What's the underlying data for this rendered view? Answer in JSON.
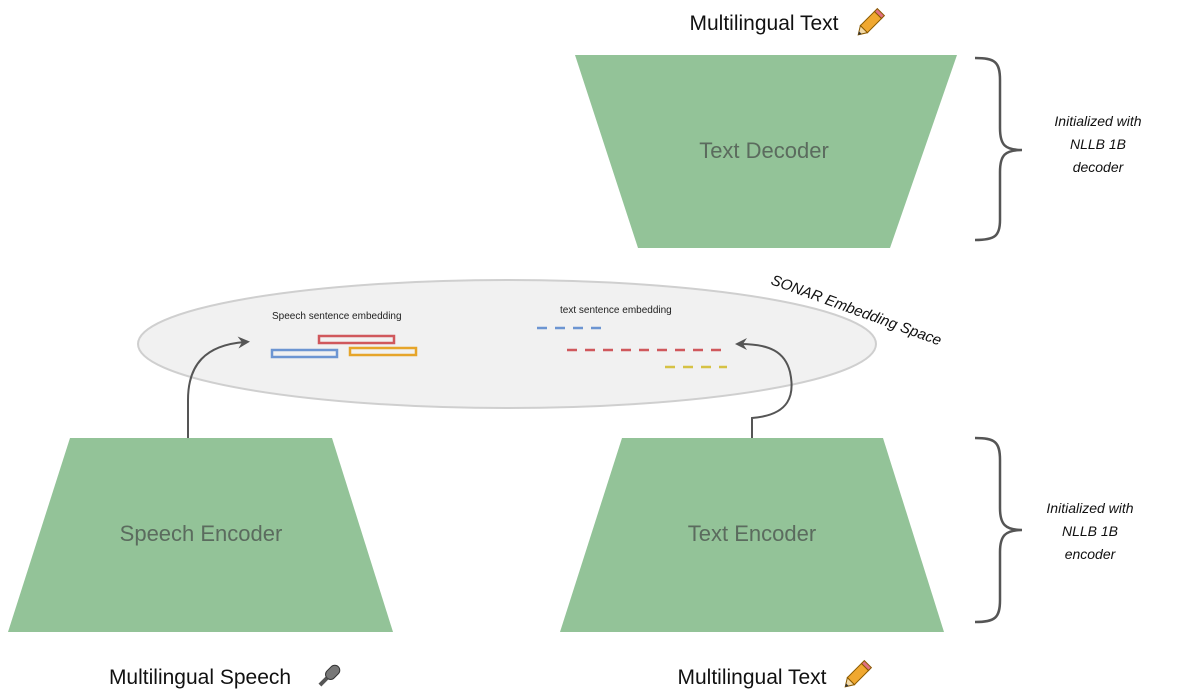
{
  "decoder": {
    "label": "Text Decoder",
    "output_label": "Multilingual Text"
  },
  "speech_encoder": {
    "label": "Speech Encoder",
    "input_label": "Multilingual Speech"
  },
  "text_encoder": {
    "label": "Text Encoder",
    "input_label": "Multilingual Text"
  },
  "embedding_space": {
    "label": "SONAR Embedding Space",
    "speech_embedding_label": "Speech sentence embedding",
    "text_embedding_label": "text sentence embedding"
  },
  "annotations": {
    "decoder_init": [
      "Initialized with",
      "NLLB 1B",
      "decoder"
    ],
    "encoder_init": [
      "Initialized with",
      "NLLB 1B",
      "encoder"
    ]
  },
  "icons": {
    "pencil": "pencil-icon",
    "microphone": "microphone-icon"
  },
  "colors": {
    "block_fill": "#93c398",
    "ellipse_fill": "#f1f1f1",
    "embedding_red": "#d0585c",
    "embedding_blue": "#6c95d2",
    "embedding_orange": "#e6a52a",
    "embedding_yellow": "#d6c244"
  }
}
